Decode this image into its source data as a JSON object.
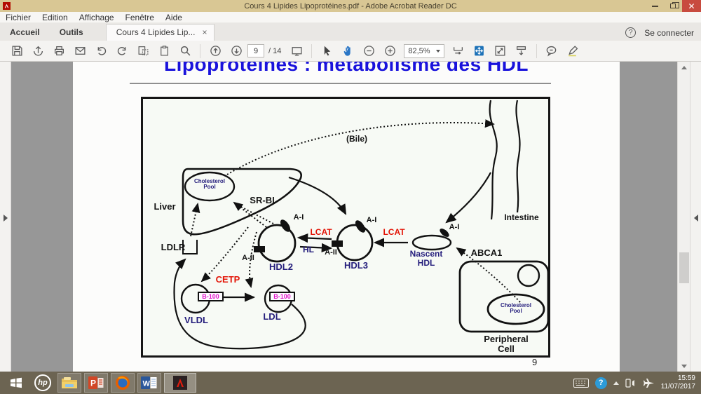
{
  "window": {
    "title": "Cours 4 Lipides Lipoprotéines.pdf - Adobe Acrobat Reader DC"
  },
  "menu": {
    "items": [
      "Fichier",
      "Edition",
      "Affichage",
      "Fenêtre",
      "Aide"
    ]
  },
  "tabs": {
    "home": "Accueil",
    "tools": "Outils",
    "document": "Cours 4 Lipides Lip...",
    "close_glyph": "×",
    "help_glyph": "?",
    "sign_in": "Se connecter"
  },
  "toolbar": {
    "page_current": "9",
    "page_total": "/ 14",
    "zoom_level": "82,5%"
  },
  "pdf": {
    "heading": "Lipoprotéines : métabolisme des HDL",
    "page_number": "9",
    "diagram": {
      "bile": "(Bile)",
      "liver": "Liver",
      "cholesterol_pool": "Cholesterol Pool",
      "srbi": "SR-BI",
      "ldlr": "LDLR",
      "ai": "A-I",
      "aii": "A-II",
      "lcat": "LCAT",
      "hl": "HL",
      "hdl2": "HDL2",
      "hdl3": "HDL3",
      "nascent_hdl": "Nascent HDL",
      "abca1": "ABCA1",
      "intestine": "Intestine",
      "cetp": "CETP",
      "b100": "B-100",
      "vldl": "VLDL",
      "ldl": "LDL",
      "peripheral_cell": "Peripheral Cell"
    }
  },
  "taskbar": {
    "time": "15:59",
    "date": "11/07/2017",
    "hp_logo_text": "hp",
    "powerpoint_letter": "P",
    "word_letter": "W"
  },
  "colors": {
    "titlebar_tan": "#d9c794",
    "close_red": "#c84b3f",
    "heading_blue": "#1912dc",
    "label_navy": "#241d7c",
    "label_red": "#e31507",
    "label_magenta": "#e013c8",
    "accent_blue": "#1d72b8",
    "taskbar_olive": "#6c6452"
  }
}
